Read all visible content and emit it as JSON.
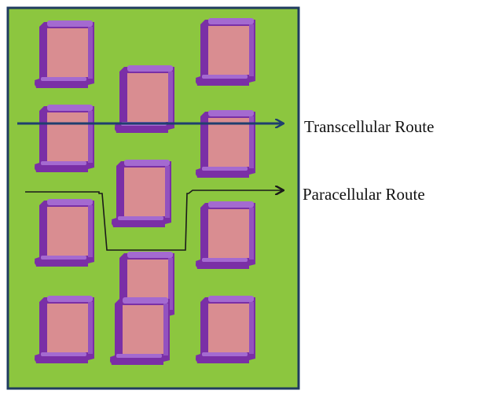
{
  "labels": {
    "transcellular": "Transcellular Route",
    "paracellular": "Paracellular Route"
  },
  "colors": {
    "background": "#ffffff",
    "tissue": "#8cc63f",
    "tissue_border": "#1f3b5f",
    "cell_fill": "#d98d91",
    "cell_outline": "#7a2fa6",
    "cell_highlight": "#a46ad0",
    "transcellular_arrow": "#1f3f6f",
    "paracellular_arrow": "#1a1a1a"
  },
  "cells": [
    {
      "id": "cell-1"
    },
    {
      "id": "cell-2"
    },
    {
      "id": "cell-3"
    },
    {
      "id": "cell-4"
    },
    {
      "id": "cell-5"
    },
    {
      "id": "cell-6"
    },
    {
      "id": "cell-7"
    },
    {
      "id": "cell-8"
    },
    {
      "id": "cell-9"
    },
    {
      "id": "cell-10"
    },
    {
      "id": "cell-11"
    },
    {
      "id": "cell-12"
    }
  ]
}
